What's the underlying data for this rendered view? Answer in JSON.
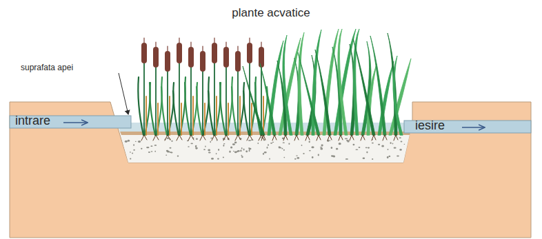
{
  "diagram": {
    "labels": [
      "plante acvatice",
      "suprafata apei",
      "intrare",
      "iesire"
    ]
  }
}
